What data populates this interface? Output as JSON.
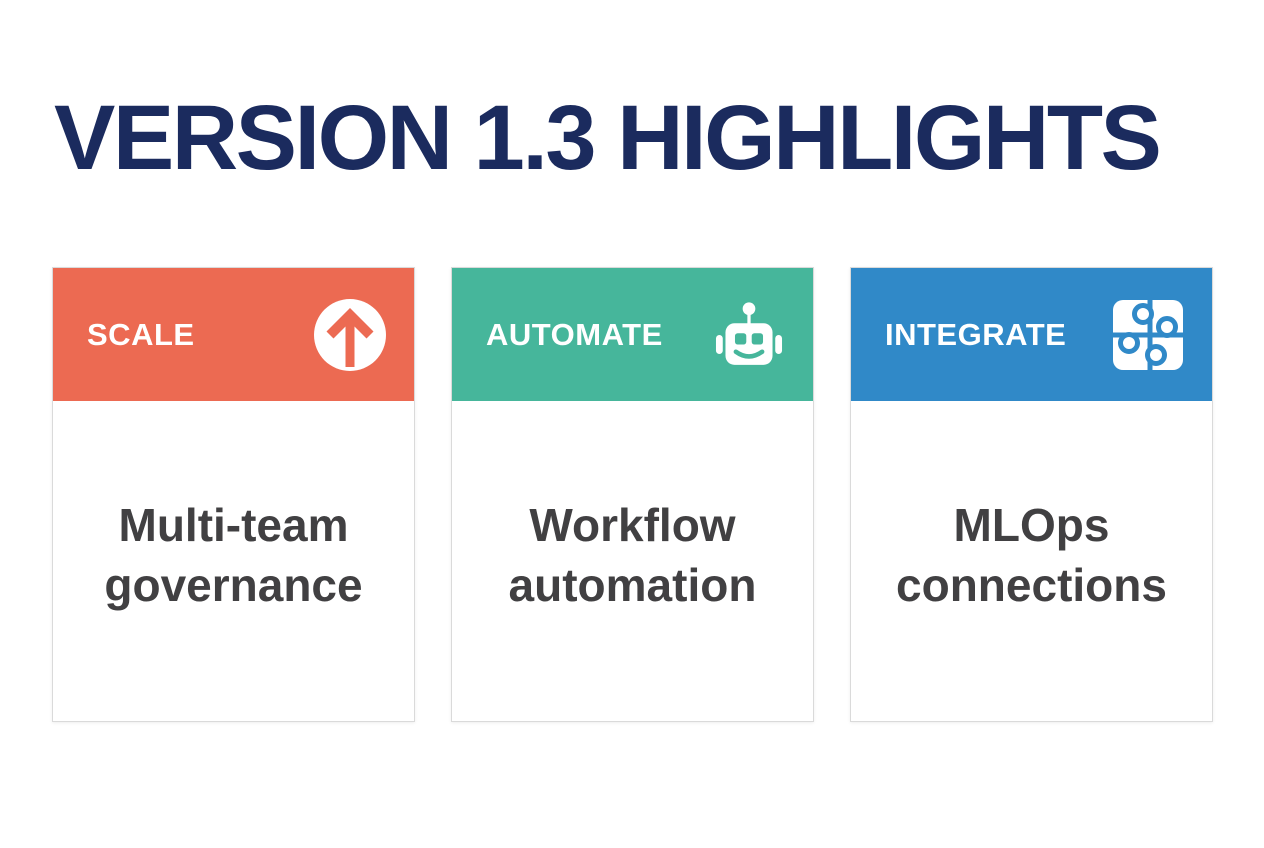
{
  "page": {
    "title": "VERSION 1.3 HIGHLIGHTS",
    "title_color": "#1b2b5e",
    "background_color": "#ffffff"
  },
  "cards": [
    {
      "label": "SCALE",
      "icon": "arrow-up-circle-icon",
      "header_color": "#ec6a52",
      "body": "Multi-team governance"
    },
    {
      "label": "AUTOMATE",
      "icon": "robot-icon",
      "header_color": "#46b69b",
      "body": "Workflow automation"
    },
    {
      "label": "INTEGRATE",
      "icon": "puzzle-icon",
      "header_color": "#3089c8",
      "body": "MLOps connections"
    }
  ],
  "colors": {
    "header_text": "#ffffff",
    "body_text": "#414042",
    "card_border": "#dadada"
  }
}
